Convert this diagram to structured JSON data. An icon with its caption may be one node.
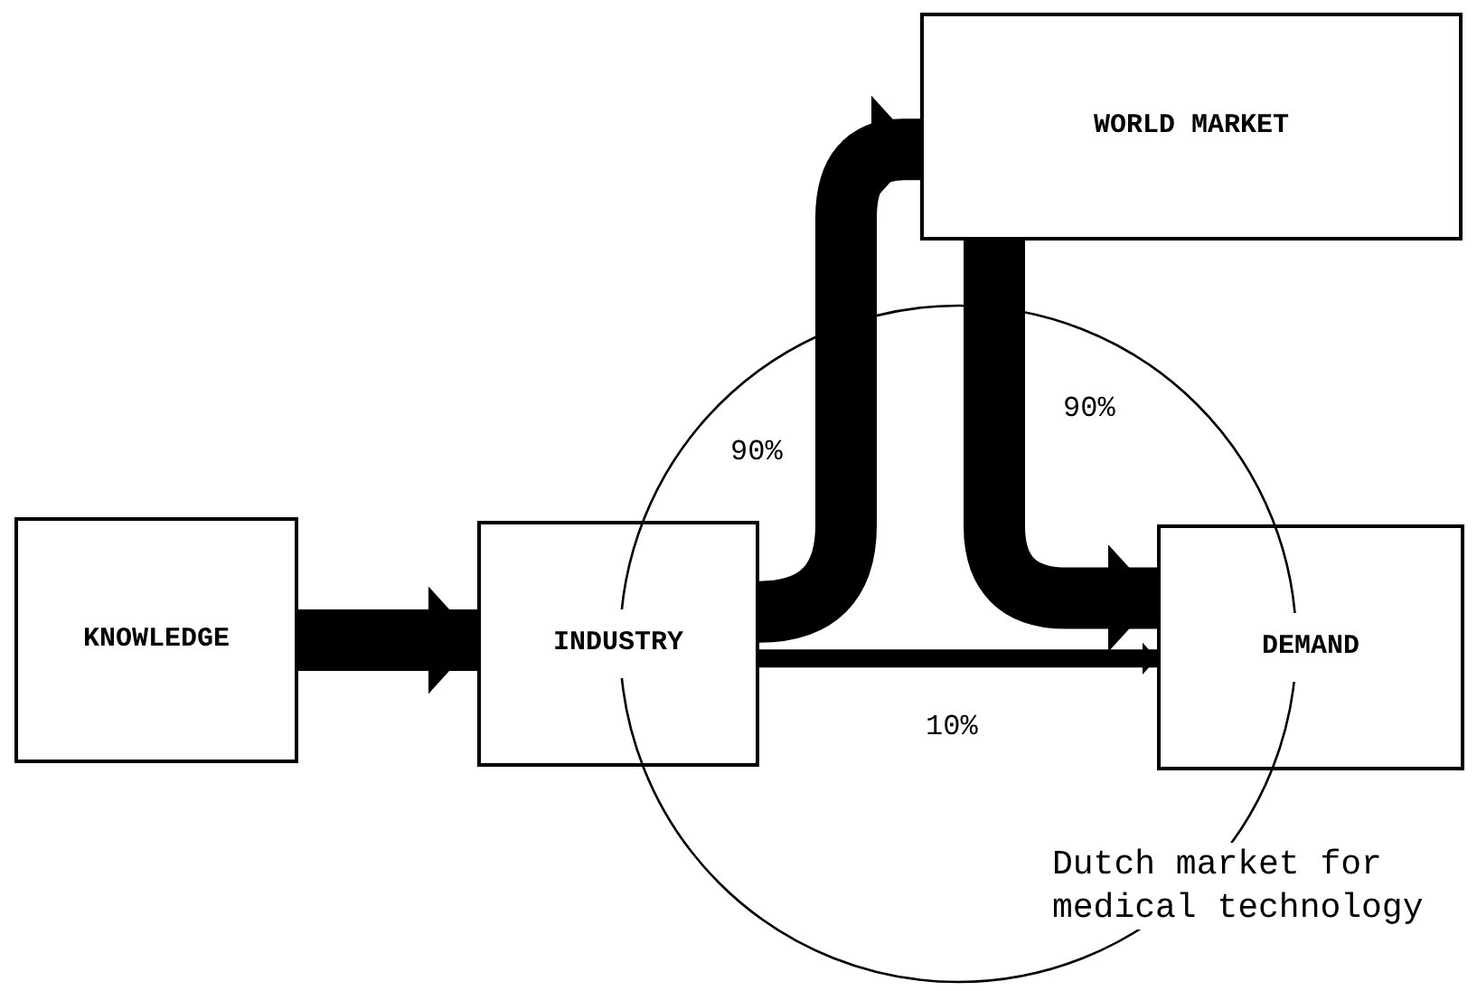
{
  "diagram": {
    "nodes": [
      {
        "text": [
          "KNOWLEDGE"
        ]
      },
      {
        "text": [
          "INDUSTRY"
        ]
      },
      {
        "text": [
          "WORLD MARKET"
        ]
      },
      {
        "text": [
          "DEMAND"
        ]
      }
    ],
    "edges": [
      {
        "from": 0,
        "to": 1,
        "arrow": "to"
      },
      {
        "from": 1,
        "to": 2,
        "arrow": "to",
        "label": "90%"
      },
      {
        "from": 2,
        "to": 3,
        "arrow": "to",
        "label": "90%"
      },
      {
        "from": 1,
        "to": 3,
        "arrow": "to",
        "label": "10%"
      }
    ],
    "labels": [
      "Dutch market for medical technology"
    ]
  }
}
